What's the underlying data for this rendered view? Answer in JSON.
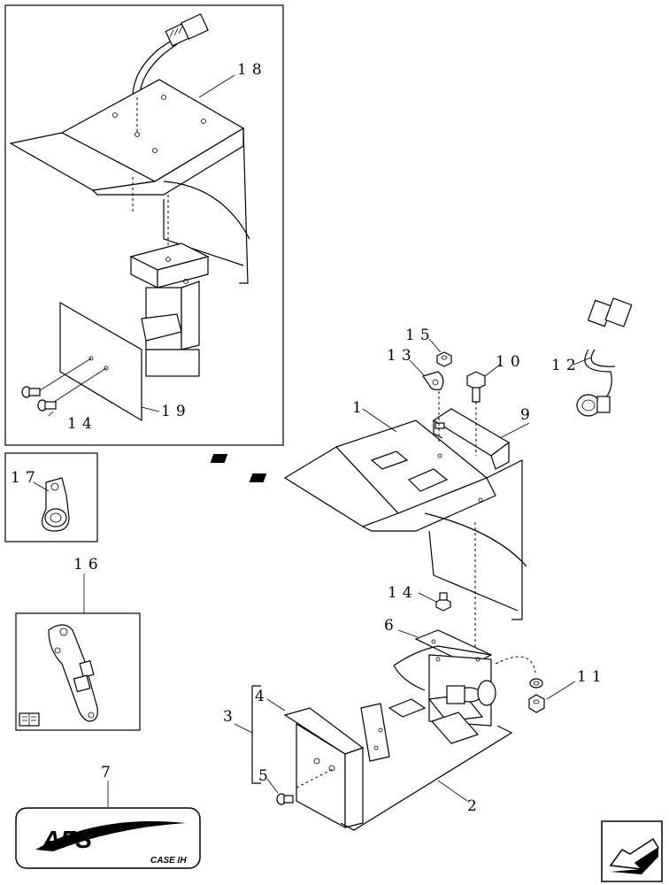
{
  "callouts": {
    "c1": "1",
    "c2": "2",
    "c3": "3",
    "c4": "4",
    "c5": "5",
    "c6": "6",
    "c7": "7",
    "c9": "9",
    "c10": "10",
    "c11": "11",
    "c12": "12",
    "c13": "13",
    "c14a": "14",
    "c14b": "14",
    "c15": "15",
    "c16": "16",
    "c17": "17",
    "c18": "18",
    "c19": "19"
  },
  "logo": {
    "afs_text": "AFS",
    "case_text": "CASE IH"
  },
  "icons": {
    "book": "book-icon",
    "nav_arrow": "arrow-left-icon"
  }
}
